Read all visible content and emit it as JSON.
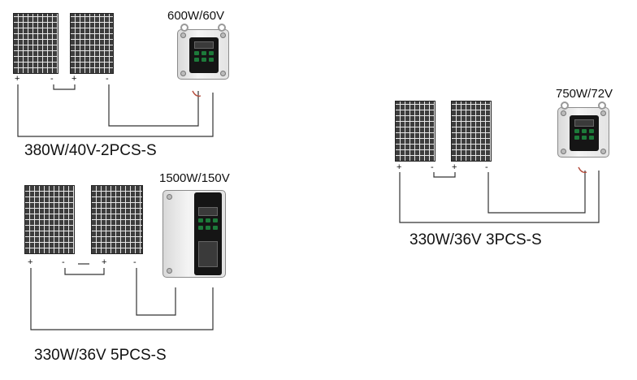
{
  "systems": [
    {
      "array_label": "380W/40V-2PCS-S",
      "controller_label": "600W/60V",
      "panel_terminals": [
        "+",
        "-",
        "+",
        "-"
      ]
    },
    {
      "array_label": "330W/36V 5PCS-S",
      "controller_label": "1500W/150V",
      "panel_terminals": [
        "+",
        "-",
        "+",
        "-"
      ]
    },
    {
      "array_label": "330W/36V 3PCS-S",
      "controller_label": "750W/72V",
      "panel_terminals": [
        "+",
        "-",
        "+",
        "-"
      ]
    }
  ],
  "colors": {
    "panel_cells": "#3d3d3d",
    "panel_grid": "#e8e8e8",
    "wire": "#333333",
    "controller_button": "#1d7a3a"
  }
}
